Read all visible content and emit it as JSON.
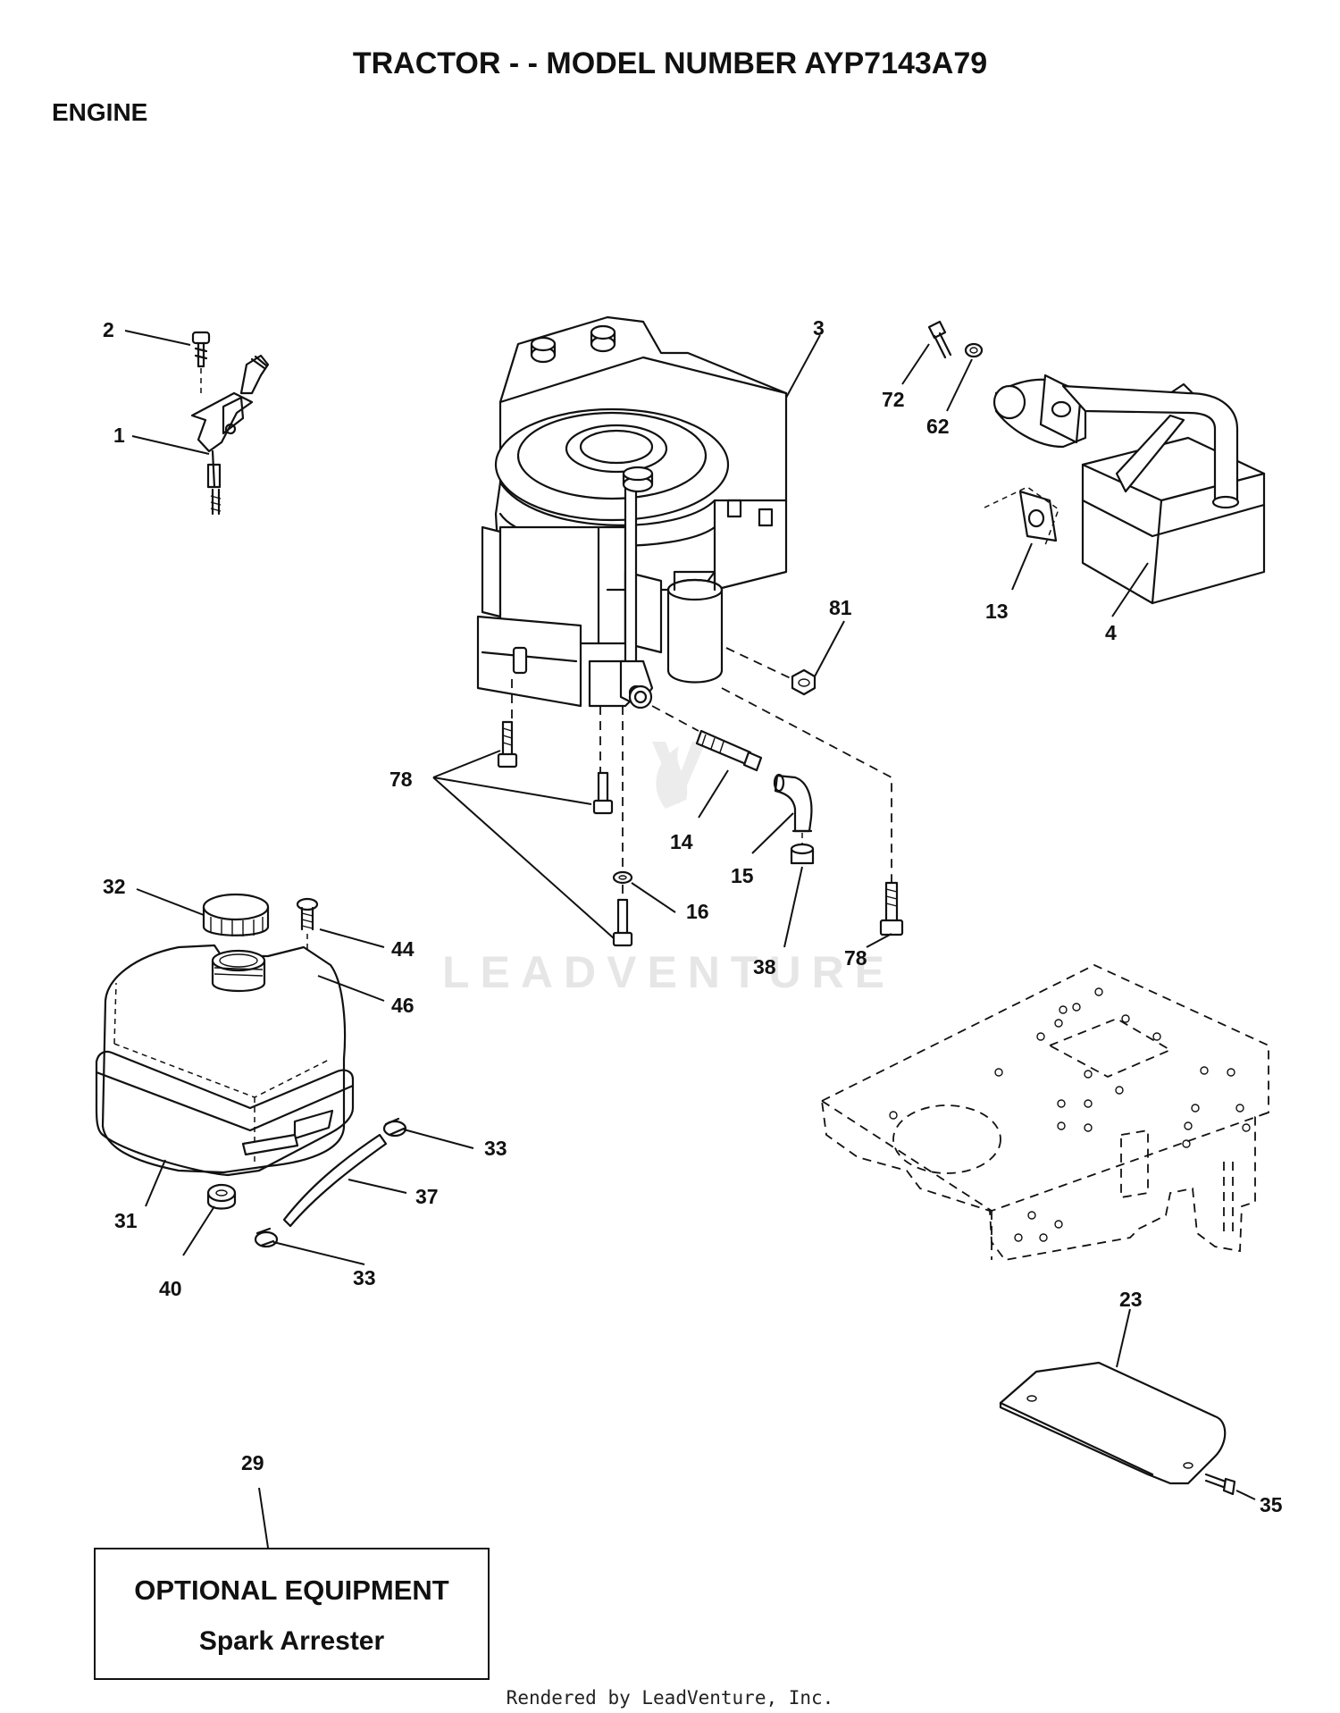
{
  "title": "TRACTOR - - MODEL NUMBER AYP7143A79",
  "section": "ENGINE",
  "watermark": "LEADVENTURE",
  "callouts": [
    "2",
    "1",
    "3",
    "72",
    "62",
    "13",
    "4",
    "81",
    "78",
    "14",
    "15",
    "16",
    "38",
    "78",
    "32",
    "44",
    "46",
    "33",
    "37",
    "31",
    "40",
    "33",
    "23",
    "35",
    "29"
  ],
  "optional_box": {
    "title": "OPTIONAL EQUIPMENT",
    "subtitle": "Spark Arrester"
  },
  "footer": "Rendered by LeadVenture, Inc."
}
